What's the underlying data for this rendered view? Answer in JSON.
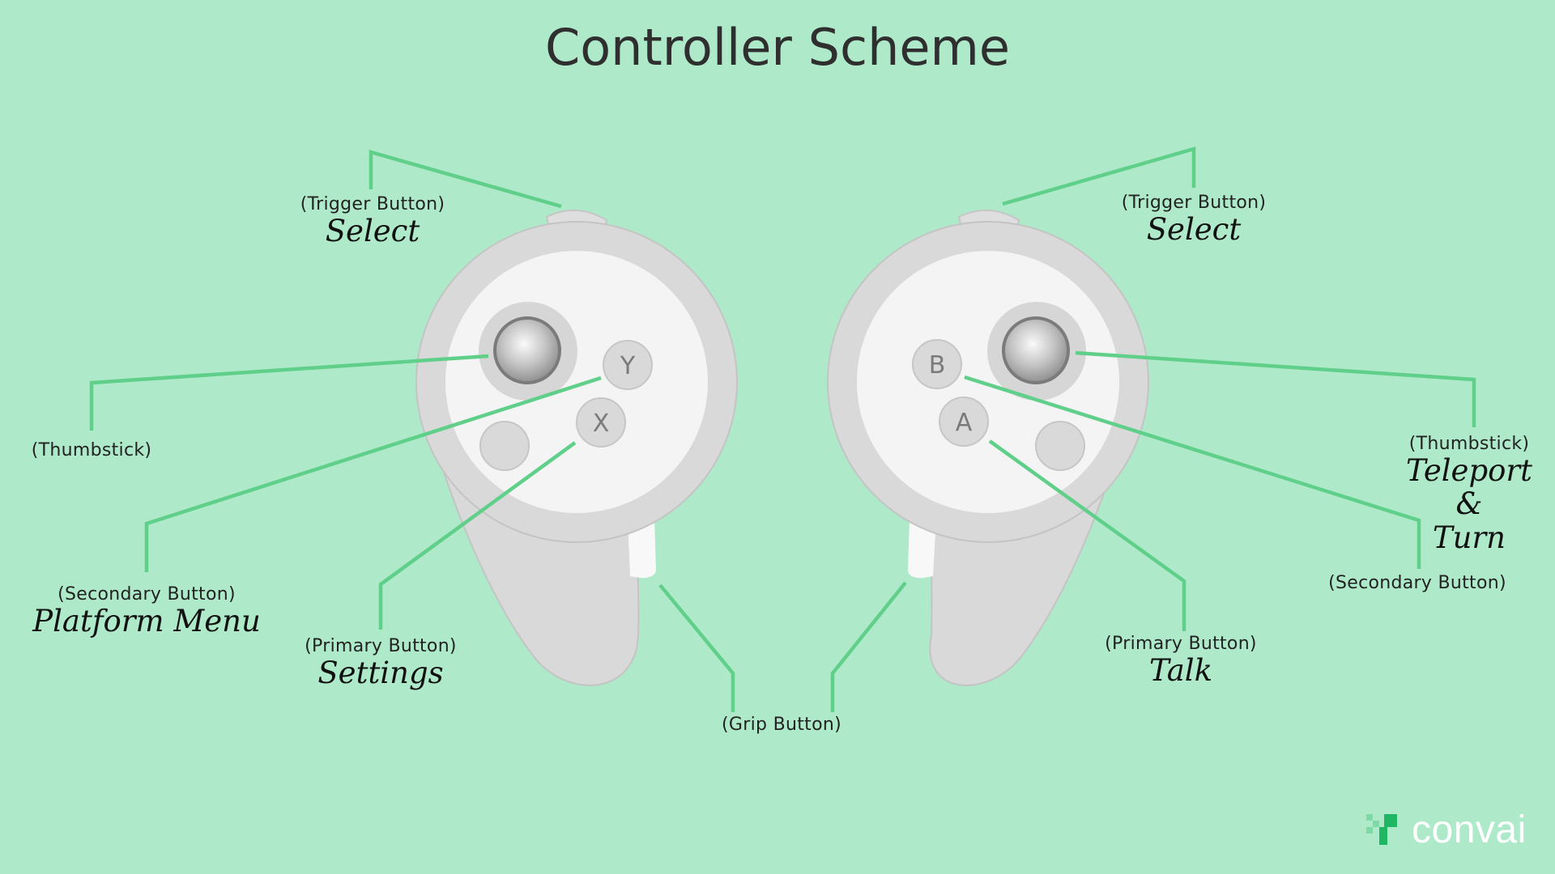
{
  "title": "Controller Scheme",
  "colors": {
    "background": "#aeeac9",
    "leader_line": "#5fcf8a",
    "controller_body": "#d9d9d9",
    "controller_face": "#f4f4f4",
    "logo_accent": "#1fb763"
  },
  "left_controller": {
    "buttons": {
      "top": "Y",
      "bottom": "X"
    },
    "labels": {
      "trigger": {
        "caption": "(Trigger Button)",
        "action": "Select"
      },
      "thumbstick": {
        "caption": "(Thumbstick)",
        "action": ""
      },
      "secondary": {
        "caption": "(Secondary Button)",
        "action": "Platform Menu"
      },
      "primary": {
        "caption": "(Primary Button)",
        "action": "Settings"
      }
    }
  },
  "right_controller": {
    "buttons": {
      "top": "B",
      "bottom": "A"
    },
    "labels": {
      "trigger": {
        "caption": "(Trigger Button)",
        "action": "Select"
      },
      "thumbstick": {
        "caption": "(Thumbstick)",
        "action_lines": [
          "Teleport",
          "&",
          "Turn"
        ]
      },
      "secondary": {
        "caption": "(Secondary Button)"
      },
      "primary": {
        "caption": "(Primary Button)",
        "action": "Talk"
      }
    }
  },
  "grip": {
    "caption": "(Grip Button)"
  },
  "logo": {
    "text": "convai",
    "icon": "convai-logo-icon"
  }
}
